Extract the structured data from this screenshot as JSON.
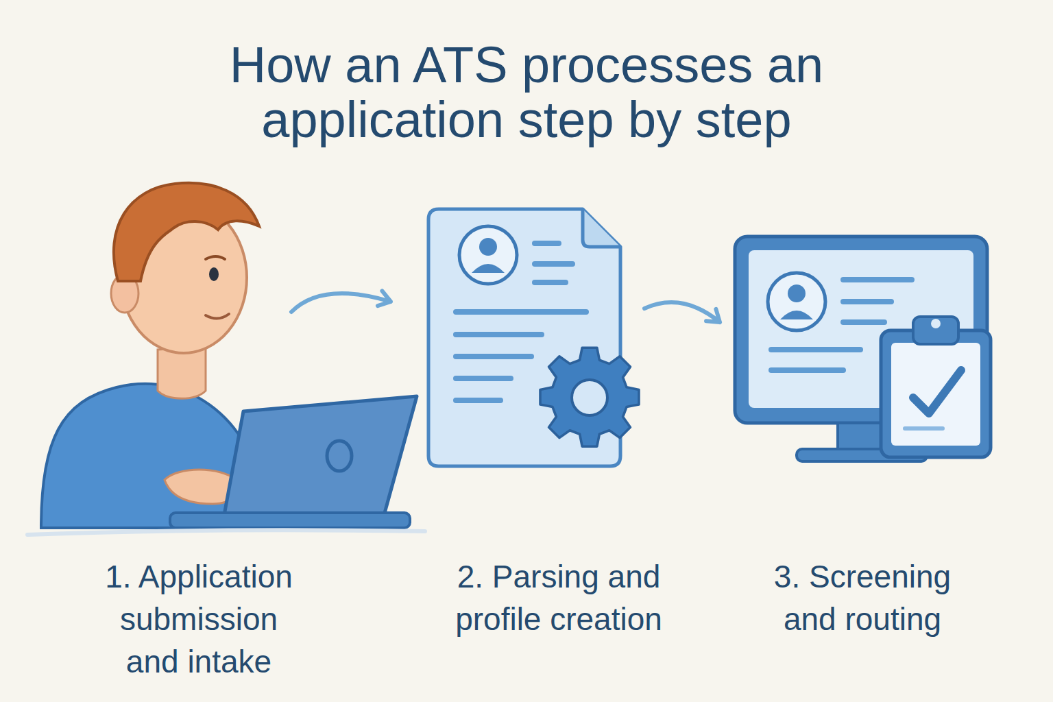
{
  "diagram": {
    "title": "How an ATS processes an application step by step",
    "nodes": [
      {
        "text": [
          "1. Application submission and intake"
        ]
      },
      {
        "text": [
          "2. Parsing and profile creation"
        ]
      },
      {
        "text": [
          "3. Screening and routing"
        ]
      }
    ],
    "edges": [
      {
        "from": 0,
        "to": 1,
        "arrow": "to"
      },
      {
        "from": 1,
        "to": 2,
        "arrow": "to"
      }
    ]
  }
}
